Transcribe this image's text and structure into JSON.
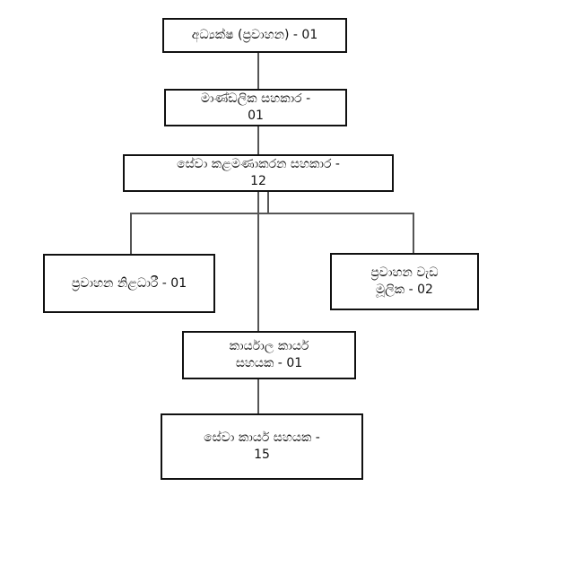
{
  "nodes": {
    "director": {
      "label": "අධ්‍යක්ෂ (ප්‍රවාහන) - 01"
    },
    "regional_assistant": {
      "label": "මාණ්ඩලික සහකාර -\n01"
    },
    "service_management_assistant": {
      "label": "සේවා කළමණාකරන සහකාර -\n12"
    },
    "transport_officer": {
      "label": "ප්‍රවාහන නිළධාරී - 01"
    },
    "transport_workshop_head": {
      "label": "ප්‍රවාහන වැඩ\nමූලික - 02"
    },
    "office_assistant": {
      "label": "කාර්යාල කාර්ය\nසහයක - 01"
    },
    "service_assistant": {
      "label": "සේවා කාර්ය සහයක -\n15"
    }
  },
  "colors": {
    "border": "#111111",
    "connector": "#555555",
    "background": "#ffffff"
  }
}
